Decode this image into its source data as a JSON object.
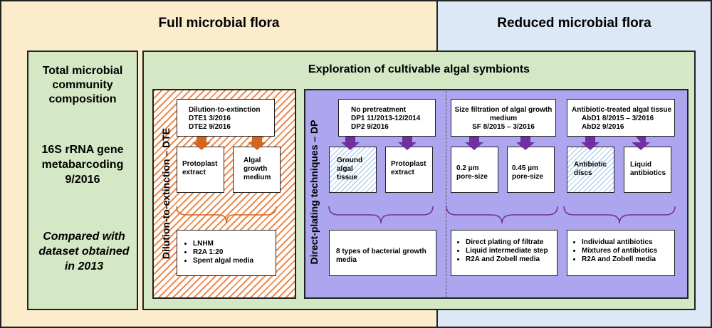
{
  "zones": {
    "full": "Full microbial flora",
    "reduced": "Reduced microbial flora"
  },
  "total": {
    "title": "Total microbial community composition",
    "method": "16S rRNA gene metabarcoding 9/2016",
    "note": "Compared with dataset obtained in 2013"
  },
  "exploration": {
    "title": "Exploration of cultivable algal symbionts",
    "dte": {
      "label": "Dilution-to-extinction – DTE",
      "header_line1": "Dilution-to-extinction",
      "header_line2": "DTE1 3/2016",
      "header_line3": "DTE2 9/2016",
      "sources": [
        "Protoplast extract",
        "Algal growth medium"
      ],
      "media": [
        "LNHM",
        "R2A 1:20",
        "Spent algal media"
      ]
    },
    "dp": {
      "label": "Direct-plating techniques – DP",
      "groups": [
        {
          "header_line1": "No pretreatment",
          "header_line2": "DP1 11/2013-12/2014",
          "header_line3": "DP2 9/2016",
          "sources": [
            "Ground algal tissue",
            "Protoplast extract"
          ],
          "media_text": "8 types of bacterial growth media"
        },
        {
          "header_line1": "Size filtration of algal growth medium",
          "header_line2": "SF 8/2015 – 3/2016",
          "sources": [
            "0.2 µm pore-size",
            "0.45 µm pore-size"
          ],
          "media": [
            "Direct plating of filtrate",
            "Liquid intermediate step",
            "R2A and Zobell media"
          ]
        },
        {
          "header_line1": "Antibiotic-treated algal tissue",
          "header_line2": "AbD1 8/2015 – 3/2016",
          "header_line3": "AbD2 9/2016",
          "sources": [
            "Antibiotic discs",
            "Liquid antibiotics"
          ],
          "media": [
            "Individual antibiotics",
            "Mixtures of antibiotics",
            "R2A and Zobell media"
          ]
        }
      ]
    }
  },
  "colors": {
    "full_bg": "#fbeccb",
    "reduced_bg": "#dce8f5",
    "panel_green": "#d4e8c6",
    "dte_arrow": "#d2651f",
    "dp_arrow": "#7030a0",
    "dp_bg": "#ada5ee"
  }
}
